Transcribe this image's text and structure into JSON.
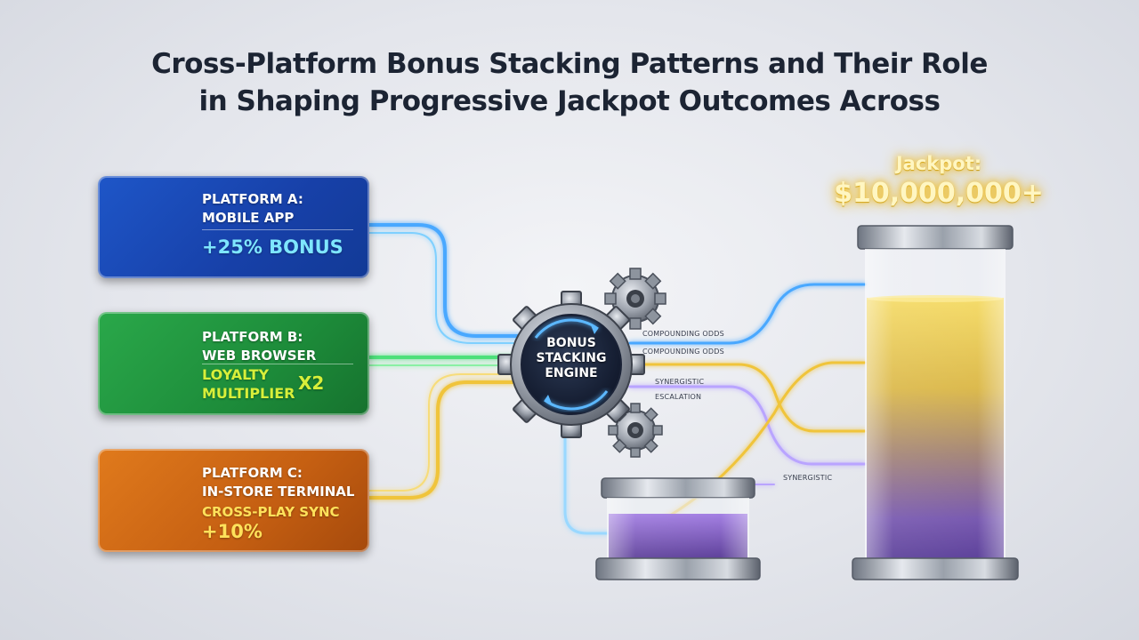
{
  "title": {
    "line1": "Cross-Platform Bonus Stacking Patterns and Their Role",
    "line2": "in Shaping Progressive Jackpot Outcomes Across"
  },
  "platforms": [
    {
      "name_line1": "Platform A:",
      "name_line2": "Mobile App",
      "bonus": "+25% Bonus",
      "icon": "mobile-slot-icon",
      "color": "#1e56c8"
    },
    {
      "name_line1": "Platform B:",
      "name_line2": "Web Browser",
      "bonus_line1": "Loyalty",
      "bonus_line2": "Multiplier",
      "multiplier": "x2",
      "icon": "monitor-coins-icon",
      "color": "#2aa84a"
    },
    {
      "name_line1": "Platform C:",
      "name_line2": "In-Store Terminal",
      "bonus_line1": "Cross-Play Sync",
      "bonus_line2": "+10%",
      "icon": "kiosk-terminal-icon",
      "color": "#e07a1c"
    }
  ],
  "engine": {
    "line1": "Bonus",
    "line2": "Stacking",
    "line3": "Engine",
    "icon": "gear-icon"
  },
  "flows": {
    "compounding_1": "Compounding Odds",
    "compounding_2": "Compounding Odds",
    "synergistic_1": "Synergistic",
    "escalation": "Escalation",
    "synergistic_2": "Synergistic"
  },
  "jackpot": {
    "label": "Jackpot:",
    "amount": "$10,000,000+"
  },
  "colors": {
    "blue_flow": "#4aa8ff",
    "green_flow": "#4ee07a",
    "yellow_flow": "#f0c43a",
    "purple_flow": "#b9a4ff",
    "jackpot_gold": "#f2c230",
    "jackpot_purple": "#5a3aa0"
  }
}
